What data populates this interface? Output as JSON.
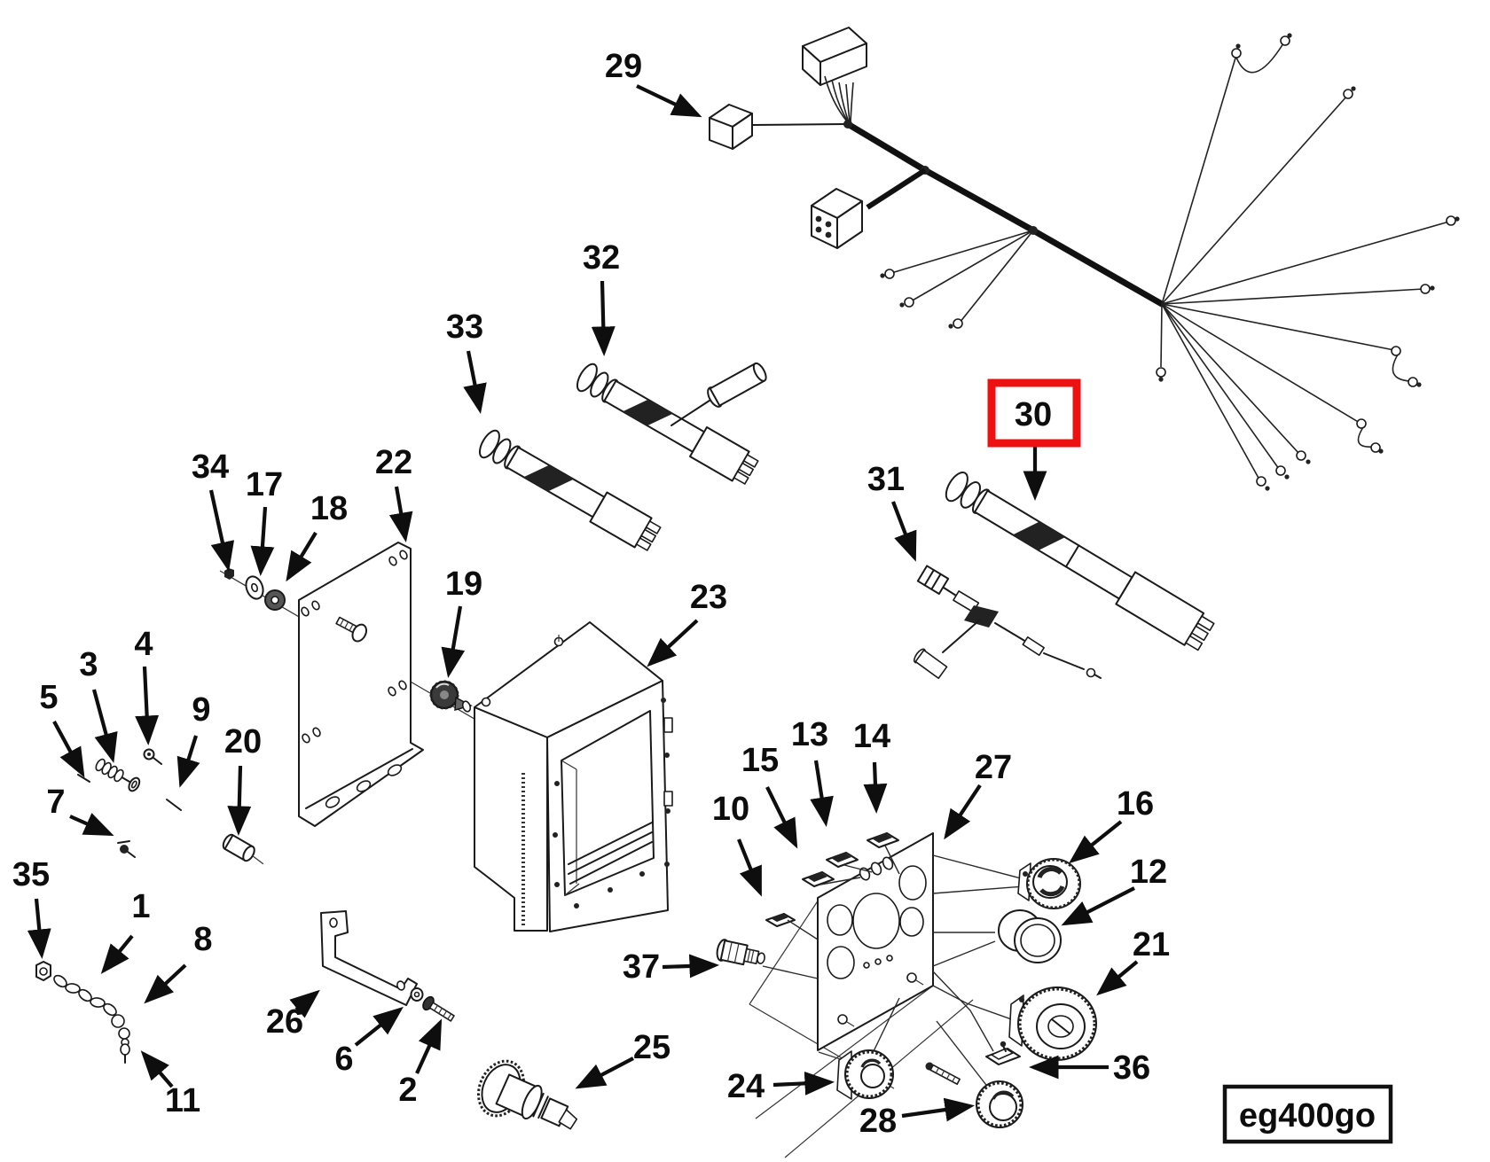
{
  "diagram": {
    "code": "eg400go",
    "highlight_color": "#ee1111",
    "highlighted_callout": "30"
  },
  "callouts": [
    {
      "label": "29"
    },
    {
      "label": "32"
    },
    {
      "label": "33"
    },
    {
      "label": "30"
    },
    {
      "label": "31"
    },
    {
      "label": "34"
    },
    {
      "label": "17"
    },
    {
      "label": "18"
    },
    {
      "label": "22"
    },
    {
      "label": "19"
    },
    {
      "label": "23"
    },
    {
      "label": "3"
    },
    {
      "label": "4"
    },
    {
      "label": "5"
    },
    {
      "label": "9"
    },
    {
      "label": "20"
    },
    {
      "label": "7"
    },
    {
      "label": "35"
    },
    {
      "label": "1"
    },
    {
      "label": "8"
    },
    {
      "label": "11"
    },
    {
      "label": "26"
    },
    {
      "label": "6"
    },
    {
      "label": "2"
    },
    {
      "label": "25"
    },
    {
      "label": "37"
    },
    {
      "label": "10"
    },
    {
      "label": "15"
    },
    {
      "label": "13"
    },
    {
      "label": "14"
    },
    {
      "label": "27"
    },
    {
      "label": "16"
    },
    {
      "label": "12"
    },
    {
      "label": "21"
    },
    {
      "label": "36"
    },
    {
      "label": "24"
    },
    {
      "label": "28"
    }
  ]
}
